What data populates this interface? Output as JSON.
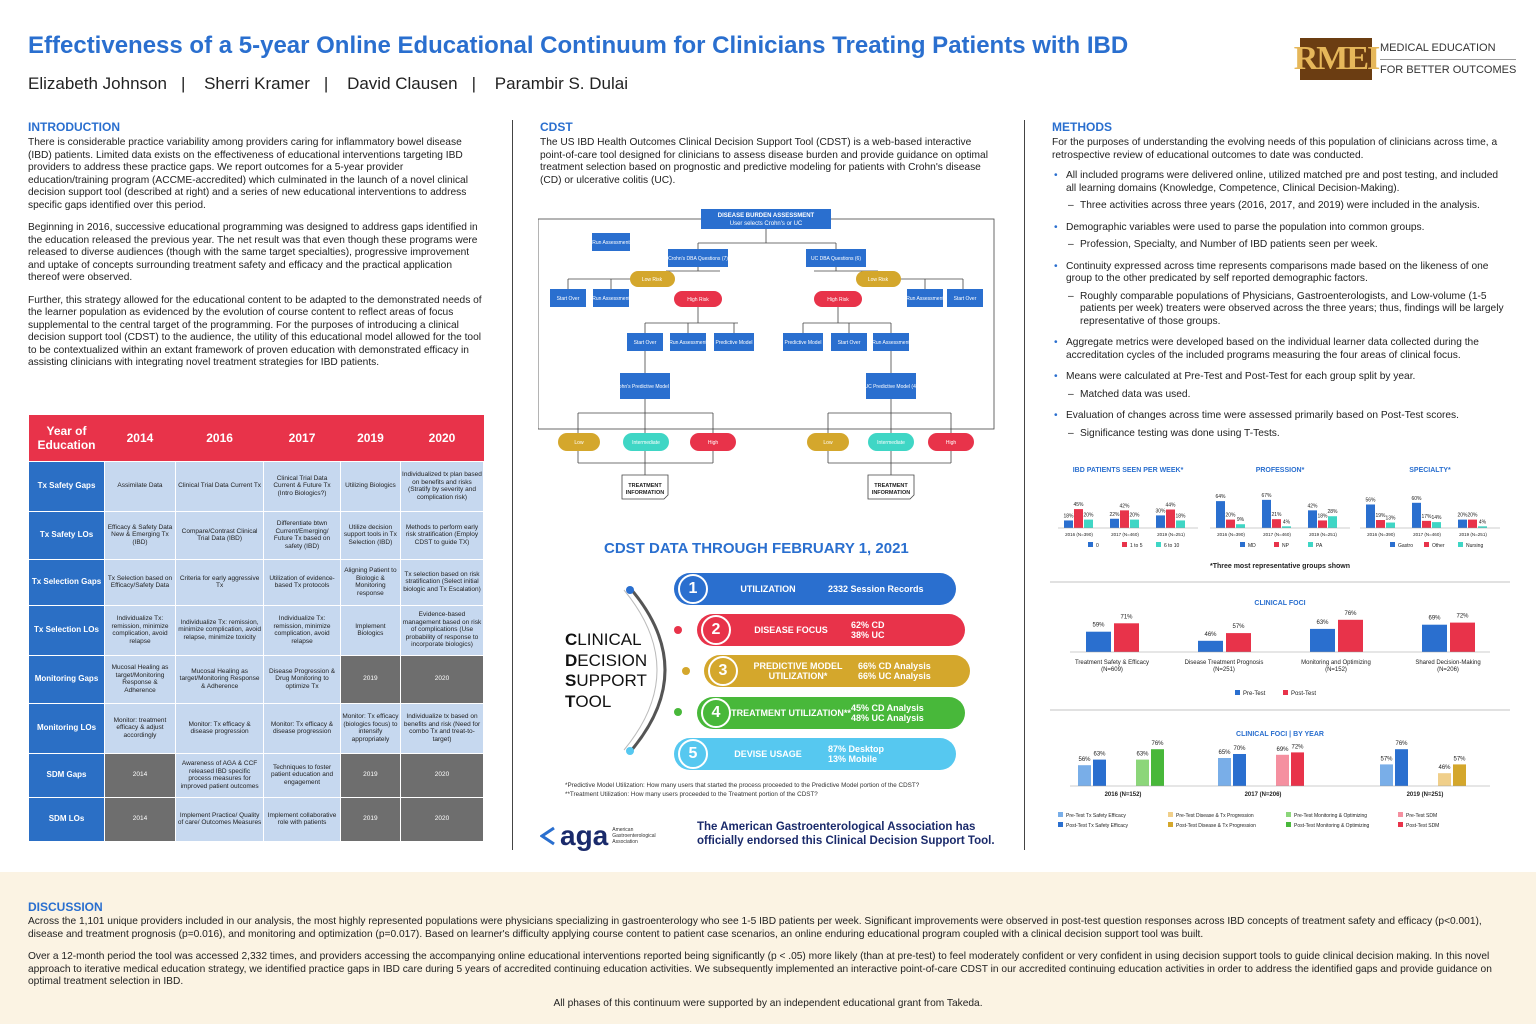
{
  "title": "Effectiveness of a 5-year Online Educational Continuum for Clinicians Treating Patients with IBD",
  "authors": [
    "Elizabeth Johnson",
    "Sherri Kramer",
    "David Clausen",
    "Parambir S. Dulai"
  ],
  "logo": {
    "mark": "RMEI",
    "line1": "MEDICAL EDUCATION",
    "line2": "FOR BETTER OUTCOMES"
  },
  "intro": {
    "heading": "INTRODUCTION",
    "p1": "There is considerable practice variability among providers caring for inflammatory bowel disease (IBD) patients. Limited data exists on the effectiveness of educational interventions targeting IBD providers to address these practice gaps. We report outcomes for a 5-year provider education/training program (ACCME-accredited) which culminated in the launch of a novel clinical decision support tool (described at right) and a series of new educational interventions to address specific gaps identified over this period.",
    "p2": "Beginning in 2016, successive educational programming was designed to address gaps identified in the education released the previous year. The net result was that even though these programs were released to diverse audiences (though with the same target specialties), progressive improvement and uptake of concepts surrounding treatment safety and efficacy and the practical application thereof were observed.",
    "p3": "Further, this strategy allowed for the educational content to be adapted to the demonstrated needs of the learner population as evidenced by the evolution of course content to reflect areas of focus supplemental to the central target of the programming. For the purposes of introducing a clinical decision support tool (CDST) to the audience, the utility of this educational model allowed for the tool to be contextualized within an extant framework of proven education with demonstrated efficacy in assisting clinicians with integrating novel treatment strategies for IBD patients."
  },
  "table": {
    "corner": "Year of Education",
    "years": [
      "2014",
      "2016",
      "2017",
      "2019",
      "2020"
    ],
    "rows": [
      {
        "h": "Tx Safety Gaps",
        "c": [
          "Assimilate Data",
          "Clinical Trial Data Current Tx",
          "Clinical Trial Data Current & Future Tx (Intro Biologics?)",
          "Utilizing Biologics",
          "Individualized tx plan based on benefits and risks (Stratify by severity and complication risk)"
        ],
        "g": []
      },
      {
        "h": "Tx Safety LOs",
        "c": [
          "Efficacy & Safety Data New & Emerging Tx (IBD)",
          "Compare/Contrast Clinical Trial Data (IBD)",
          "Differentiate btwn Current/Emerging/ Future Tx based on safety (IBD)",
          "Utilize decision support tools in Tx Selection (IBD)",
          "Methods to perform early risk stratification (Employ CDST to guide TX)"
        ],
        "g": []
      },
      {
        "h": "Tx Selection Gaps",
        "c": [
          "Tx Selection based on Efficacy/Safety Data",
          "Criteria for early aggressive Tx",
          "Utilization of evidence-based Tx protocols",
          "Aligning Patient to Biologic & Monitoring response",
          "Tx selection based on risk stratification (Select initial biologic and Tx Escalation)"
        ],
        "g": []
      },
      {
        "h": "Tx Selection LOs",
        "c": [
          "Individualize Tx: remission, minimize complication, avoid relapse",
          "Individualize Tx: remission, minimize complication, avoid relapse, minimize toxicity",
          "Individualize Tx: remission, minimize complication, avoid relapse",
          "Implement Biologics",
          "Evidence-based management based on risk of complications (Use probability of response to incorporate biologics)"
        ],
        "g": []
      },
      {
        "h": "Monitoring Gaps",
        "c": [
          "Mucosal Healing as target/Monitoring Response & Adherence",
          "Mucosal Healing as target/Monitoring Response & Adherence",
          "Disease Progression & Drug Monitoring to optimize Tx",
          "2019",
          "2020"
        ],
        "g": [
          3,
          4
        ]
      },
      {
        "h": "Monitoring LOs",
        "c": [
          "Monitor: treatment efficacy & adjust accordingly",
          "Monitor: Tx efficacy & disease progression",
          "Monitor: Tx efficacy & disease progression",
          "Monitor: Tx efficacy (biologics focus) to intensify appropriately",
          "Individualize tx based on benefits and risk (Need for combo Tx and treat-to-target)"
        ],
        "g": []
      },
      {
        "h": "SDM Gaps",
        "c": [
          "2014",
          "Awareness of AGA & CCF released IBD specific process measures for improved patient outcomes",
          "Techniques to foster patient education and engagement",
          "2019",
          "2020"
        ],
        "g": [
          0,
          3,
          4
        ]
      },
      {
        "h": "SDM LOs",
        "c": [
          "2014",
          "Implement Practice/ Quality of care/ Outcomes Measures",
          "Implement collaborative role with patients",
          "2019",
          "2020"
        ],
        "g": [
          0,
          3,
          4
        ]
      }
    ]
  },
  "cdst": {
    "heading": "CDST",
    "body": "The US IBD Health Outcomes Clinical Decision Support Tool (CDST) is a web-based interactive point-of-care tool designed for clinicians to assess disease burden and provide guidance on optimal treatment selection based on prognostic and predictive modeling for patients with Crohn's disease (CD) or ulcerative colitis (UC).",
    "flow": {
      "top1": "DISEASE BURDEN ASSESSMENT",
      "top2": "User selects Crohn's or UC",
      "run": "Run Assessment",
      "cd_dba": "Crohn's DBA Questions (7)",
      "uc_dba": "UC DBA Questions (6)",
      "low_risk": "Low Risk",
      "high_risk": "High Risk",
      "start_over": "Start Over",
      "predictive": "Predictive Model",
      "cd_pm": "Crohn's Predictive Model (7)",
      "uc_pm": "UC Predictive Model (4)",
      "low": "Low",
      "intermediate": "Intermediate",
      "high": "High",
      "treat1": "TREATMENT",
      "treat2": "INFORMATION"
    },
    "data_title": "CDST DATA THROUGH FEBRUARY 1, 2021",
    "big": [
      "C",
      "LINICAL",
      "D",
      "ECISION",
      "S",
      "UPPORT",
      "T",
      "OOL"
    ],
    "pills": [
      {
        "n": "1",
        "label": "UTILIZATION",
        "v1": "2332 Session Records",
        "v2": "",
        "color": "#2a6fcf"
      },
      {
        "n": "2",
        "label": "DISEASE FOCUS",
        "v1": "62% CD",
        "v2": "38% UC",
        "color": "#e8334a"
      },
      {
        "n": "3",
        "label": "PREDICTIVE MODEL UTILIZATION*",
        "v1": "66% CD Analysis",
        "v2": "66% UC Analysis",
        "color": "#d4a72c"
      },
      {
        "n": "4",
        "label": "TREATMENT UTILIZATION**",
        "v1": "45% CD Analysis",
        "v2": "48% UC Analysis",
        "color": "#48b83a"
      },
      {
        "n": "5",
        "label": "DEVISE USAGE",
        "v1": "87% Desktop",
        "v2": "13% Mobile",
        "color": "#56c8f0"
      }
    ],
    "fn1": "*Predictive Model Utilization: How many users that started the process proceeded to the Predictive Model portion of the CDST?",
    "fn2": "**Treatment Utilization: How many users proceeded to the Treatment portion of the CDST?",
    "aga": "aga",
    "aga_sub1": "American",
    "aga_sub2": "Gastroenterological",
    "aga_sub3": "Association",
    "endorse1": "The American Gastroenterological Association has",
    "endorse2": "officially endorsed this Clinical Decision Support Tool."
  },
  "methods": {
    "heading": "METHODS",
    "intro": "For the purposes of understanding the evolving needs of this population of clinicians across time, a retrospective review of educational outcomes to date was conducted.",
    "bullets": [
      {
        "t": "All included programs were delivered online, utilized matched pre and post testing, and included all learning domains (Knowledge, Competence, Clinical Decision-Making).",
        "s": "Three activities across three years (2016, 2017, and 2019) were included in the analysis."
      },
      {
        "t": "Demographic variables were used to parse the population into common groups.",
        "s": "Profession, Specialty, and Number of IBD patients seen per week."
      },
      {
        "t": "Continuity expressed across time represents comparisons made based on the likeness of one group to the other predicated by self reported demographic factors.",
        "s": "Roughly comparable populations of Physicians, Gastroenterologists, and Low-volume (1-5 patients per week) treaters were observed across the three years; thus, findings will be largely representative of those groups."
      },
      {
        "t": "Aggregate metrics were developed based on the individual learner data collected during the accreditation cycles of the included programs measuring the four areas of clinical focus.",
        "s": ""
      },
      {
        "t": "Means were calculated at Pre-Test and Post-Test for each group split by year.",
        "s": "Matched data was used."
      },
      {
        "t": "Evaluation of changes across time were assessed primarily based on Post-Test scores.",
        "s": "Significance testing was done using T-Tests."
      }
    ]
  },
  "chart_data": [
    {
      "type": "bar",
      "title": "IBD PATIENTS SEEN PER WEEK*",
      "categories": [
        "2016 (N=390)",
        "2017 (N=460)",
        "2019 (N=251)"
      ],
      "series": [
        {
          "name": "0",
          "values": [
            18,
            22,
            30
          ],
          "color": "#2a6fcf"
        },
        {
          "name": "1 to 5",
          "values": [
            45,
            42,
            44
          ],
          "color": "#e8334a"
        },
        {
          "name": "6 to 10",
          "values": [
            20,
            20,
            18
          ],
          "color": "#3fd6c5"
        }
      ]
    },
    {
      "type": "bar",
      "title": "PROFESSION*",
      "categories": [
        "2016 (N=390)",
        "2017 (N=460)",
        "2019 (N=251)"
      ],
      "series": [
        {
          "name": "MD",
          "values": [
            64,
            67,
            42
          ],
          "color": "#2a6fcf"
        },
        {
          "name": "NP",
          "values": [
            20,
            21,
            18
          ],
          "color": "#e8334a"
        },
        {
          "name": "PA",
          "values": [
            9,
            4,
            28
          ],
          "color": "#3fd6c5"
        }
      ]
    },
    {
      "type": "bar",
      "title": "SPECIALTY*",
      "categories": [
        "2016 (N=390)",
        "2017 (N=460)",
        "2019 (N=251)"
      ],
      "series": [
        {
          "name": "Gastro",
          "values": [
            56,
            60,
            20
          ],
          "color": "#2a6fcf"
        },
        {
          "name": "Other",
          "values": [
            19,
            17,
            20
          ],
          "color": "#e8334a"
        },
        {
          "name": "Nursing",
          "values": [
            13,
            14,
            4
          ],
          "color": "#3fd6c5"
        }
      ]
    },
    {
      "type": "bar",
      "title": "CLINICAL FOCI",
      "categories": [
        "Treatment Safety & Efficacy (N=609)",
        "Disease Treatment Prognosis (N=251)",
        "Monitoring and Optimizing (N=152)",
        "Shared Decision-Making (N=206)"
      ],
      "series": [
        {
          "name": "Pre-Test",
          "values": [
            59,
            46,
            63,
            69
          ],
          "color": "#2a6fcf"
        },
        {
          "name": "Post-Test",
          "values": [
            71,
            57,
            76,
            72
          ],
          "color": "#e8334a"
        }
      ]
    },
    {
      "type": "bar",
      "title": "CLINICAL FOCI | BY YEAR",
      "groups": [
        {
          "label": "2016 (N=152)",
          "values": [
            56,
            63,
            63,
            76
          ]
        },
        {
          "label": "2017 (N=206)",
          "values": [
            65,
            70,
            69,
            72
          ]
        },
        {
          "label": "2019 (N=251)",
          "values": [
            57,
            76,
            46,
            57
          ]
        }
      ],
      "legend": [
        "Pre-Test Tx Safety Efficacy",
        "Post-Test Tx Safety Efficacy",
        "Pre-Test Disease & Tx Progression",
        "Post-Test Disease & Tx Progression",
        "Pre-Test Monitoring & Optimizing",
        "Post-Test Monitoring & Optimizing",
        "Pre-Test SDM",
        "Post-Test SDM"
      ],
      "colors": [
        "#79aee8",
        "#2a6fcf",
        "#f0cf8a",
        "#d4a72c",
        "#8cd67a",
        "#48b83a",
        "#f590a0",
        "#e8334a"
      ]
    }
  ],
  "chart_note": "*Three most representative groups shown",
  "discussion": {
    "heading": "DISCUSSION",
    "p1": "Across the 1,101 unique providers included in our analysis, the most highly represented populations were physicians specializing in gastroenterology who see 1-5 IBD patients per week. Significant improvements were observed in post-test question responses across IBD concepts of treatment safety and efficacy (p<0.001), disease and treatment prognosis (p=0.016), and monitoring and optimization (p=0.017). Based on learner's difficulty applying course content to patient case scenarios, an online enduring educational program coupled with a clinical decision support tool was built.",
    "p2": "Over a 12-month period the tool was accessed 2,332 times, and providers accessing the accompanying online educational interventions reported being significantly (p < .05) more likely (than at pre-test) to feel moderately confident or very confident in using decision support tools to guide clinical decision making. In this novel approach to iterative medical education strategy, we identified practice gaps in IBD care during 5 years of accredited continuing education activities. We subsequently implemented an interactive point-of-care CDST in our accredited continuing education activities in order to address the identified gaps and provide guidance on optimal treatment selection in IBD.",
    "p3": "All phases of this continuum were supported by an independent educational grant from Takeda."
  }
}
